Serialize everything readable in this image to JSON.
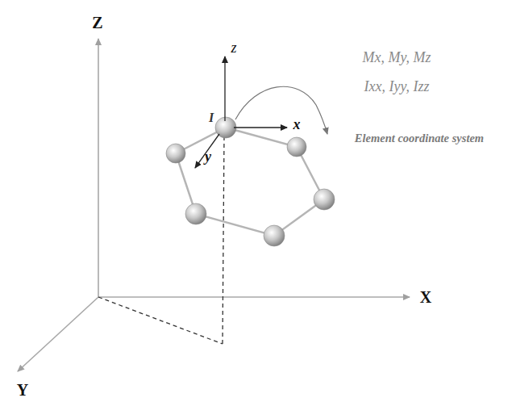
{
  "diagram": {
    "labels": [
      "Z",
      "X",
      "Y",
      "z",
      "x",
      "y",
      "I",
      "Mx, My, Mz",
      "Ixx, Iyy, Izz",
      "Element coordinate system"
    ]
  }
}
